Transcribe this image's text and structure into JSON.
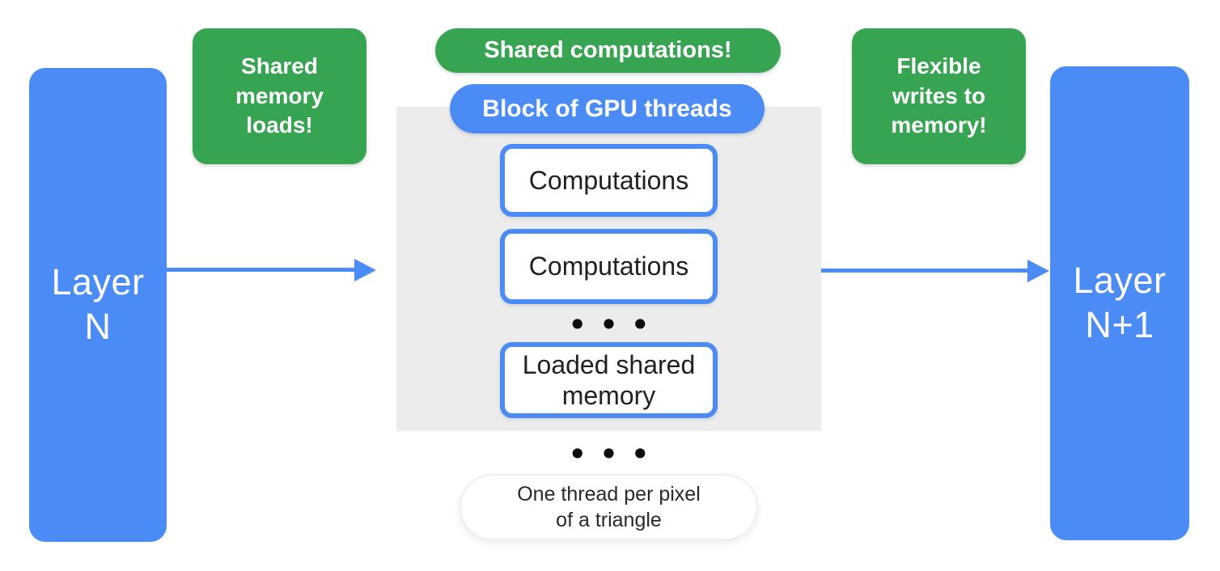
{
  "diagram": {
    "title_semantic": "GPU thread block between neural network layers",
    "layer_left_label": "Layer\nN",
    "layer_right_label": "Layer\nN+1",
    "callout_left": "Shared\nmemory\nloads!",
    "callout_center": "Shared computations!",
    "callout_right": "Flexible\nwrites to\nmemory!",
    "block_label": "Block of GPU threads",
    "thread_boxes": [
      "Computations",
      "Computations",
      "Loaded shared\nmemory"
    ],
    "ellipsis_inner": "•••",
    "ellipsis_outer": "•••",
    "note": "One thread per pixel\nof a triangle",
    "colors": {
      "blue": "#4b8bf5",
      "green": "#37a452",
      "block_gray": "#ececec",
      "dark_text": "#202124",
      "white": "#ffffff",
      "dots_black": "#0c0c0c"
    }
  }
}
